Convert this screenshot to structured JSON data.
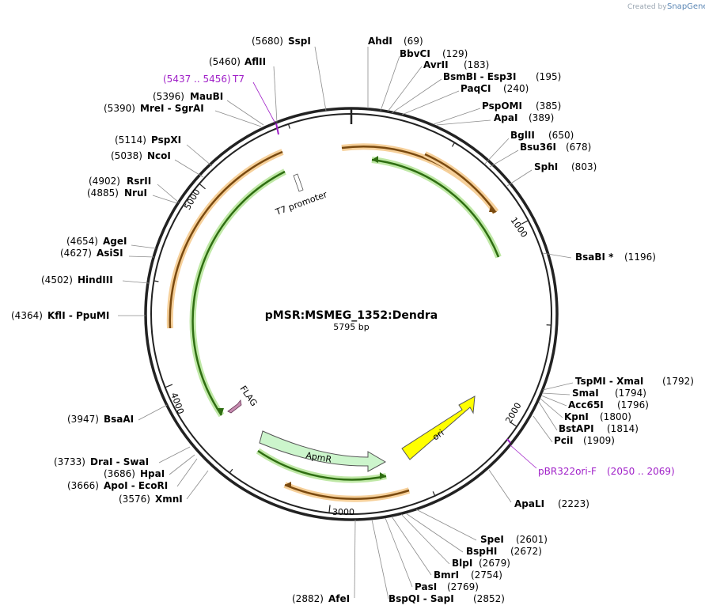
{
  "branding": {
    "created_by": "Created by",
    "product": "SnapGene"
  },
  "plasmid": {
    "name": "pMSR:MSMEG_1352:Dendra",
    "size_label": "5795 bp",
    "length": 5795
  },
  "ticks": [
    "1000",
    "2000",
    "3000",
    "4000",
    "5000"
  ],
  "features": {
    "t7_promoter": "T7 promoter",
    "flag": "FLAG",
    "apmr": "ApmR",
    "ori": "ori"
  },
  "colors": {
    "orange": "#e8a040",
    "green": "#3a8a1a",
    "yellow": "#ffff00",
    "apmr_fill": "#ccf5cc",
    "primer": "#a020c8",
    "flag_fill": "#c78cb0"
  },
  "enzymes_right": [
    {
      "name": "AhdI",
      "pos": "(69)"
    },
    {
      "name": "BbvCI",
      "pos": "(129)"
    },
    {
      "name": "AvrII",
      "pos": "(183)"
    },
    {
      "name": "BsmBI - Esp3I",
      "pos": "(195)"
    },
    {
      "name": "PaqCI",
      "pos": "(240)"
    },
    {
      "name": "PspOMI",
      "pos": "(385)"
    },
    {
      "name": "ApaI",
      "pos": "(389)"
    },
    {
      "name": "BglII",
      "pos": "(650)"
    },
    {
      "name": "Bsu36I",
      "pos": "(678)"
    },
    {
      "name": "SphI",
      "pos": "(803)"
    },
    {
      "name": "BsaBI *",
      "pos": "(1196)"
    },
    {
      "name": "TspMI - XmaI",
      "pos": "(1792)"
    },
    {
      "name": "SmaI",
      "pos": "(1794)"
    },
    {
      "name": "Acc65I",
      "pos": "(1796)"
    },
    {
      "name": "KpnI",
      "pos": "(1800)"
    },
    {
      "name": "BstAPI",
      "pos": "(1814)"
    },
    {
      "name": "PciI",
      "pos": "(1909)"
    },
    {
      "name": "ApaLI",
      "pos": "(2223)"
    },
    {
      "name": "SpeI",
      "pos": "(2601)"
    },
    {
      "name": "BspHI",
      "pos": "(2672)"
    },
    {
      "name": "BlpI",
      "pos": "(2679)"
    },
    {
      "name": "BmrI",
      "pos": "(2754)"
    },
    {
      "name": "PasI",
      "pos": "(2769)"
    },
    {
      "name": "BspQI - SapI",
      "pos": "(2852)"
    }
  ],
  "enzymes_left": [
    {
      "name": "SspI",
      "pos": "(5680)"
    },
    {
      "name": "AflII",
      "pos": "(5460)"
    },
    {
      "name": "MauBI",
      "pos": "(5396)"
    },
    {
      "name": "MreI - SgrAI",
      "pos": "(5390)"
    },
    {
      "name": "PspXI",
      "pos": "(5114)"
    },
    {
      "name": "NcoI",
      "pos": "(5038)"
    },
    {
      "name": "RsrII",
      "pos": "(4902)"
    },
    {
      "name": "NruI",
      "pos": "(4885)"
    },
    {
      "name": "AgeI",
      "pos": "(4654)"
    },
    {
      "name": "AsiSI",
      "pos": "(4627)"
    },
    {
      "name": "HindIII",
      "pos": "(4502)"
    },
    {
      "name": "KflI - PpuMI",
      "pos": "(4364)"
    },
    {
      "name": "BsaAI",
      "pos": "(3947)"
    },
    {
      "name": "DraI - SwaI",
      "pos": "(3733)"
    },
    {
      "name": "HpaI",
      "pos": "(3686)"
    },
    {
      "name": "ApoI - EcoRI",
      "pos": "(3666)"
    },
    {
      "name": "XmnI",
      "pos": "(3576)"
    },
    {
      "name": "AfeI",
      "pos": "(2882)"
    }
  ],
  "primers": [
    {
      "name": "T7",
      "pos": "(5437 .. 5456)"
    },
    {
      "name": "pBR322ori-F",
      "pos": "(2050 .. 2069)"
    }
  ]
}
